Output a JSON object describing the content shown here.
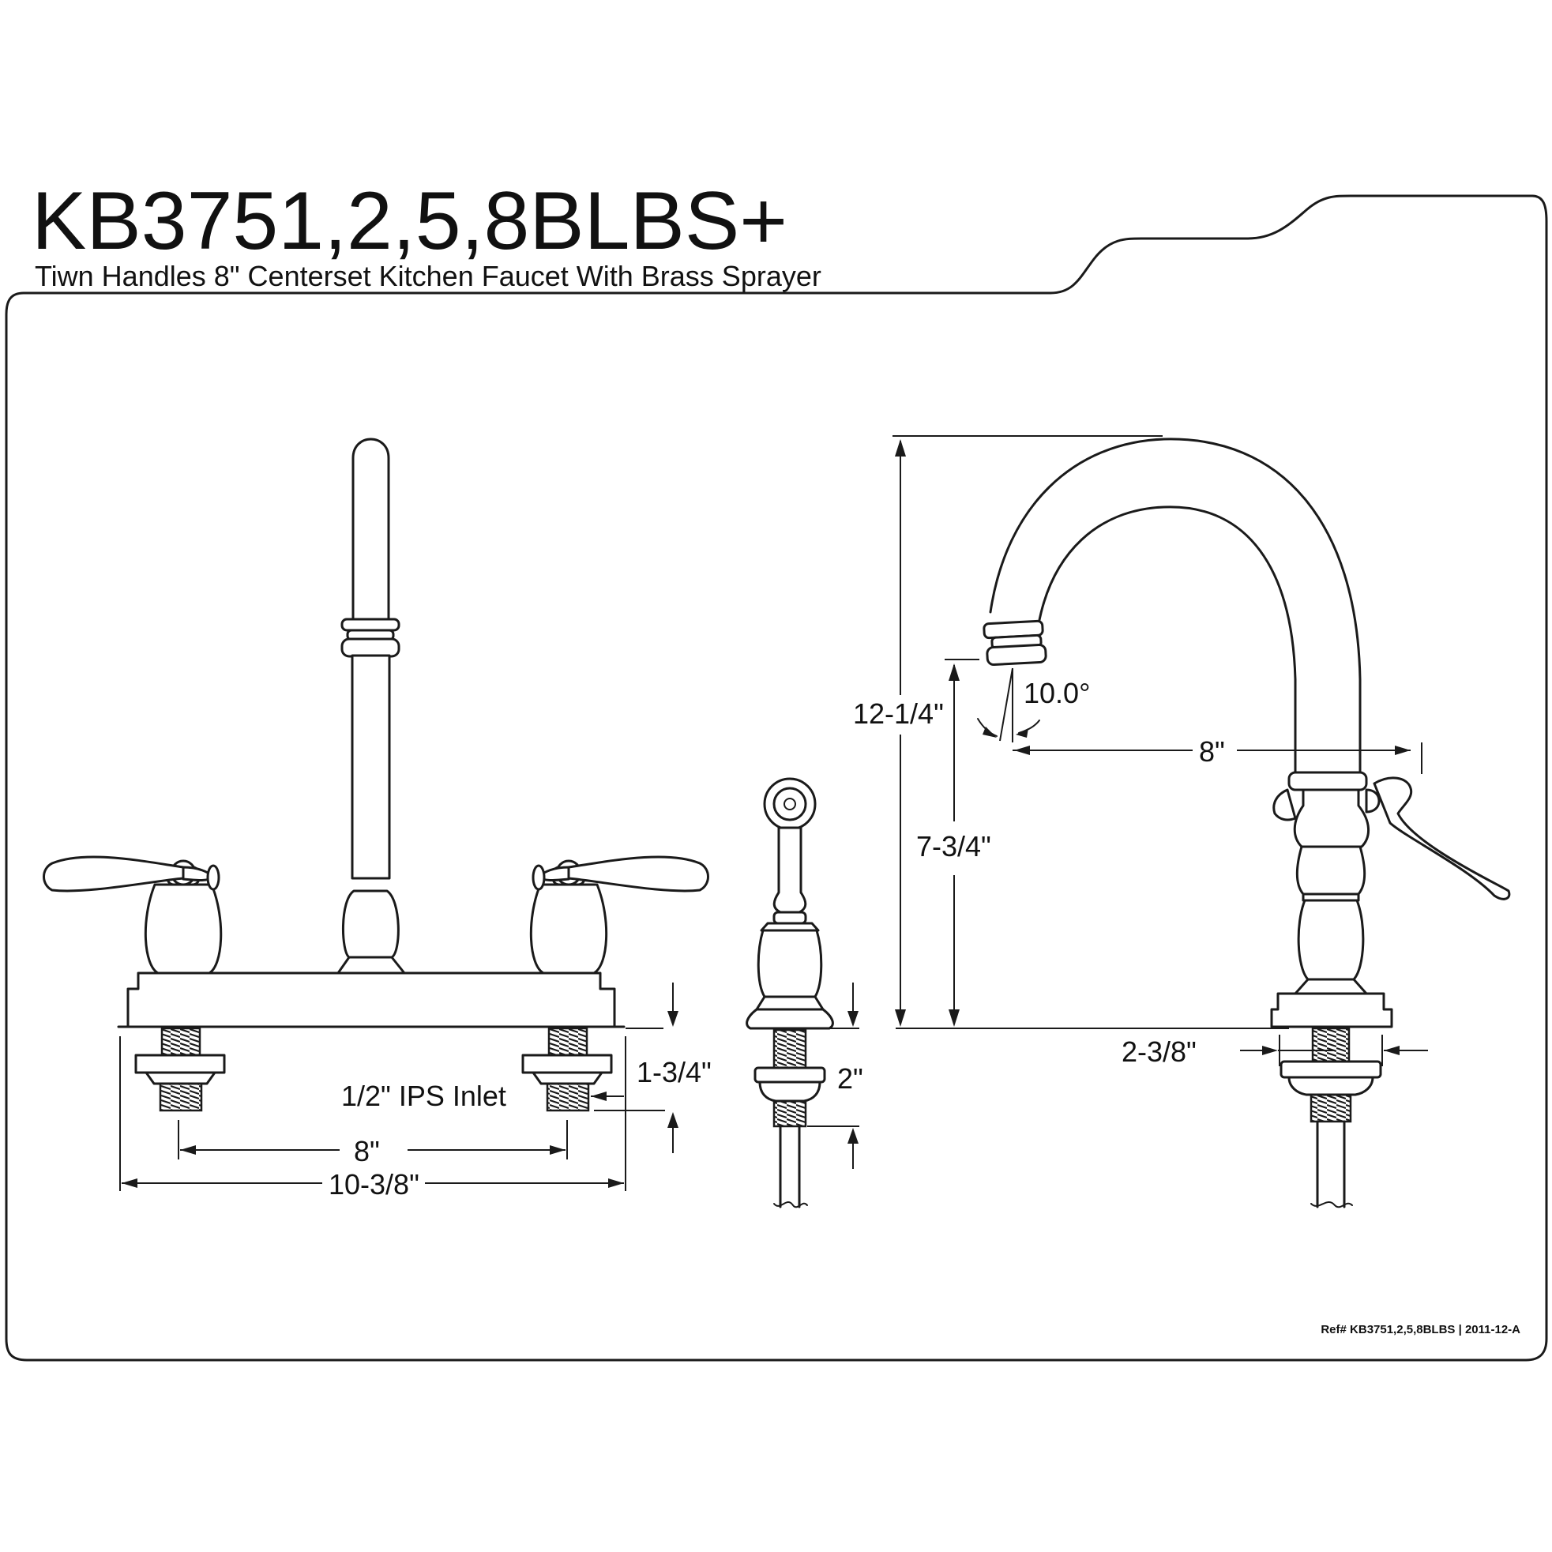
{
  "header": {
    "model": "KB3751,2,5,8BLBS+",
    "subtitle": "Tiwn Handles 8\" Centerset Kitchen Faucet With Brass Sprayer"
  },
  "dimensions": {
    "deck_height": "1-3/4\"",
    "inlet": "1/2\" IPS Inlet",
    "center_spread": "8\"",
    "overall_width": "10-3/8\"",
    "sprayer_height": "2\"",
    "total_height": "12-1/4\"",
    "spout_height": "7-3/4\"",
    "spout_reach": "8\"",
    "spout_angle": "10.0°",
    "base_depth": "2-3/8\""
  },
  "footer": {
    "reference": "Ref# KB3751,2,5,8BLBS | 2011-12-A"
  }
}
